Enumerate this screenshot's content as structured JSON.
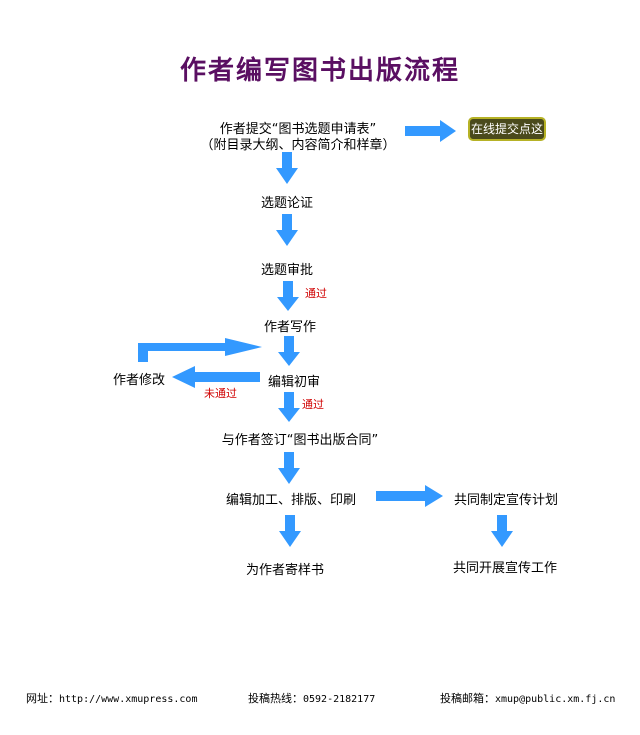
{
  "title": "作者编写图书出版流程",
  "online_button": "在线提交点这",
  "nodes": {
    "submit_line1": "作者提交“图书选题申请表”",
    "submit_line2": "（附目录大纲、内容简介和样章）",
    "review": "选题论证",
    "approve": "选题审批",
    "write": "作者写作",
    "first_review": "编辑初审",
    "revise": "作者修改",
    "contract": "与作者签订“图书出版合同”",
    "edit": "编辑加工、排版、印刷",
    "promo_plan": "共同制定宣传计划",
    "send_sample": "为作者寄样书",
    "promo_work": "共同开展宣传工作"
  },
  "labels": {
    "pass1": "通过",
    "fail": "未通过",
    "pass2": "通过"
  },
  "footer": {
    "site_label": "网址：",
    "site_value": "http://www.xmupress.com",
    "hotline_label": "投稿热线：",
    "hotline_value": "0592-2182177",
    "email_label": "投稿邮箱：",
    "email_value": "xmup@public.xm.fj.cn"
  },
  "colors": {
    "arrow": "#3399ff",
    "title": "#5a0f62",
    "pass": "#d00000"
  }
}
